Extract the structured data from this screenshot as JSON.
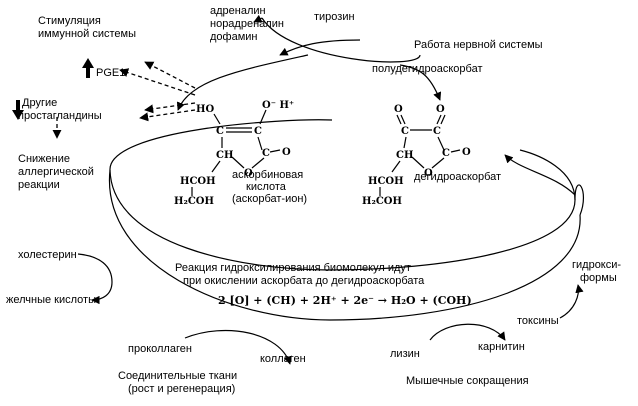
{
  "labels": {
    "immune_stim": [
      "Стимуляция",
      "иммунной системы"
    ],
    "pge1": "PGE1",
    "other_pg": [
      "Другие",
      "простагландины"
    ],
    "allergy": [
      "Снижение",
      "аллергической",
      "реакции"
    ],
    "catecholamines": [
      "адреналин",
      "норадреналин",
      "дофамин"
    ],
    "tyrosine": "тирозин",
    "nervous": "Работа нервной системы",
    "polydehydro": "полудегидроаскорбат",
    "ascorbic": [
      "аскорбиновая",
      "кислота",
      "(аскорбат-ион)"
    ],
    "dehydro": "дегидроаскорбат",
    "cholesterol": "холестерин",
    "bile_acids": "желчные кислоты",
    "reaction": [
      "Реакция гидроксилирования биомолекул идут",
      "при окислении аскорбата до дегидроаскорбата"
    ],
    "equation": "2 [O] + (CH) + 2H⁺ + 2e⁻ → H₂O + (COH)",
    "hydroxy": [
      "гидрокси-",
      "формы"
    ],
    "toxins": "токсины",
    "procollagen": "проколлаген",
    "collagen": "коллаген",
    "connective": [
      "Соединительные ткани",
      "(рост и регенерация)"
    ],
    "lysine": "лизин",
    "carnitine": "карнитин",
    "muscle": "Мышечные сокращения"
  },
  "chem": {
    "O": "O",
    "OH": "HO",
    "Ominus": "O⁻ H⁺",
    "C": "C",
    "CH": "CH",
    "HCOH": "HCOH",
    "H2COH": "H₂COH"
  },
  "arrows": {
    "up": "🡅",
    "down": "🡇"
  }
}
